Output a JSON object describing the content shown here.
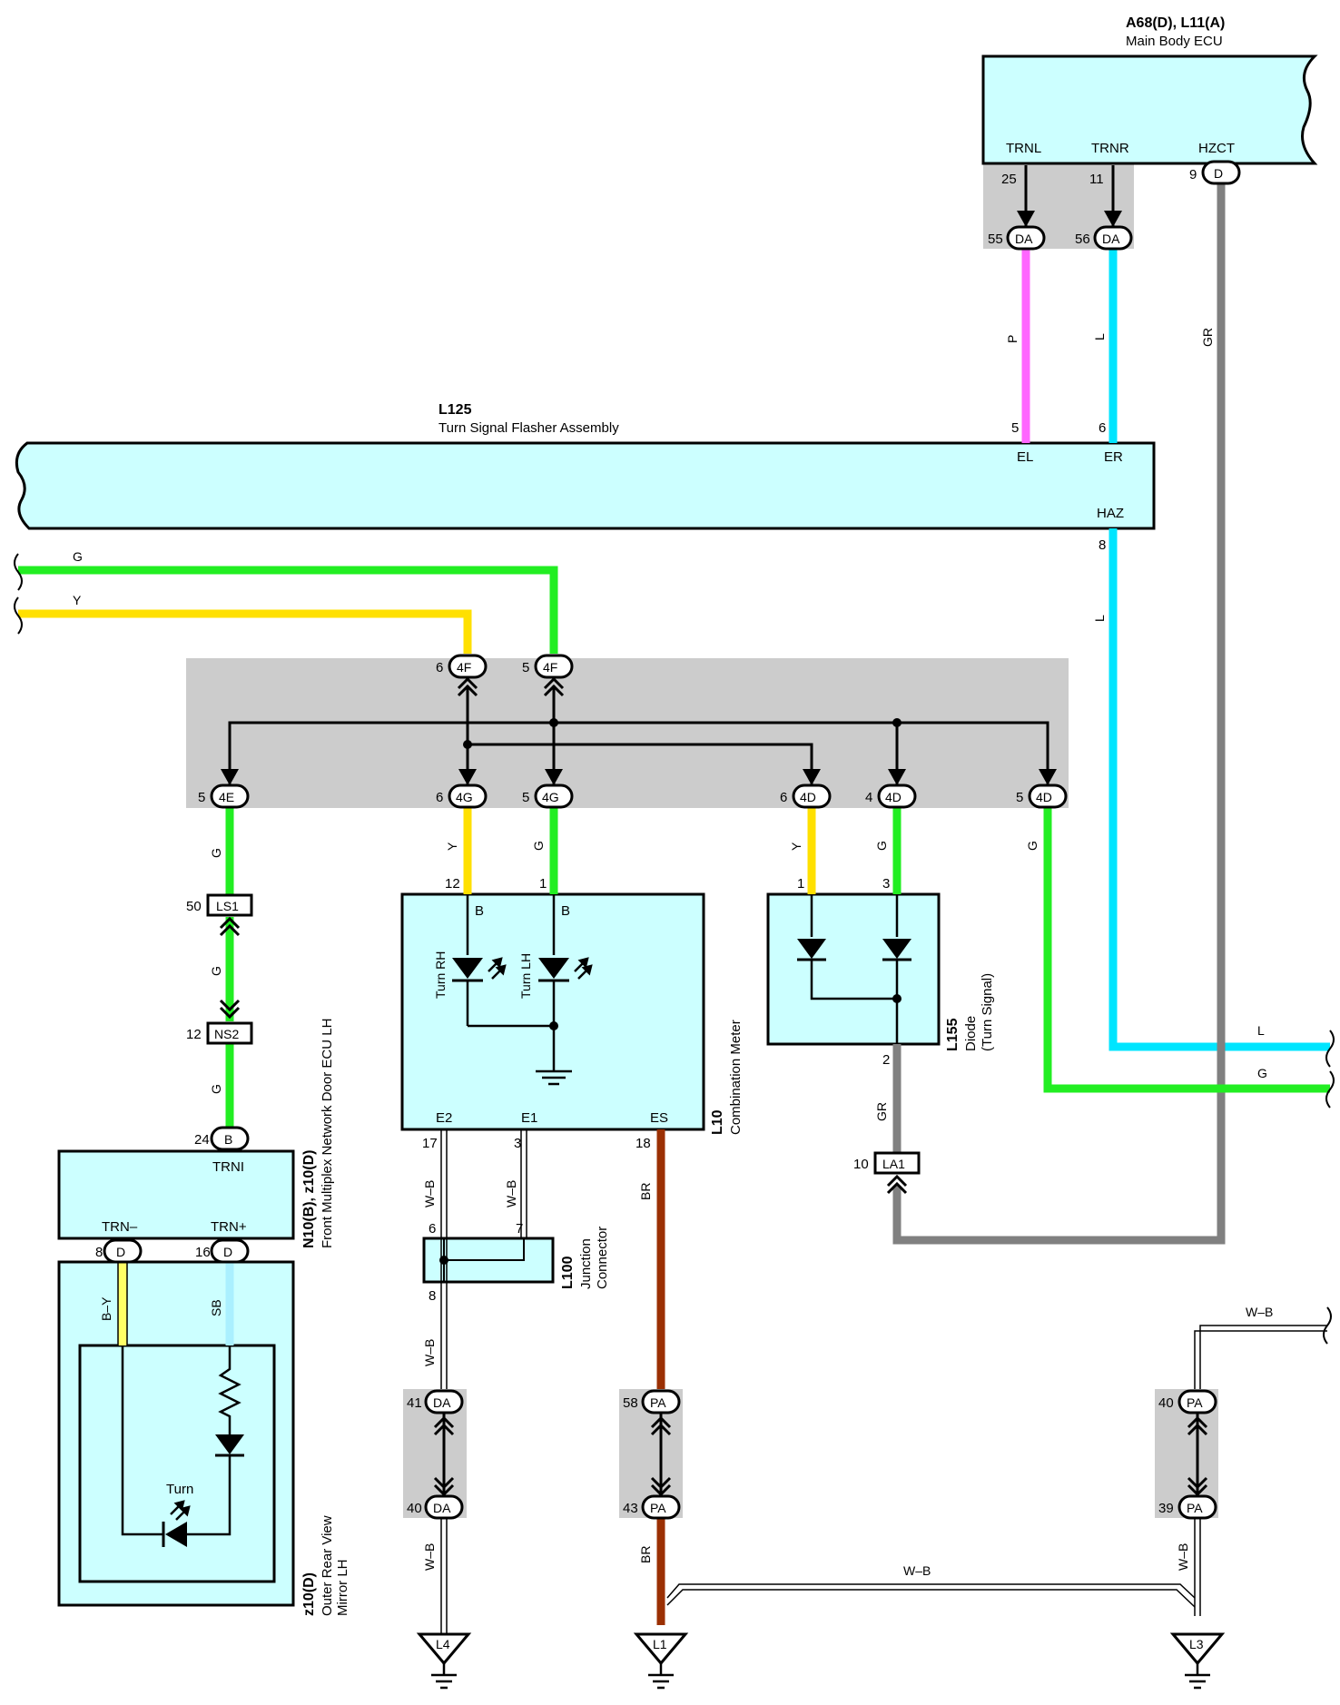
{
  "components": {
    "main_ecu": {
      "ref": "A68(D), L11(A)",
      "name": "Main Body ECU",
      "pins": [
        "TRNL",
        "TRNR",
        "HZCT"
      ]
    },
    "flasher": {
      "ref": "L125",
      "name": "Turn Signal Flasher Assembly",
      "pins": [
        "EL",
        "ER",
        "HAZ"
      ]
    },
    "meter": {
      "ref": "L10",
      "name": "Combination Meter",
      "b_label": "B",
      "turn_rh": "Turn RH",
      "turn_lh": "Turn LH",
      "e2": "E2",
      "e1": "E1",
      "es": "ES"
    },
    "diode": {
      "ref": "L155",
      "name": "Diode",
      "sub": "(Turn Signal)"
    },
    "door_ecu": {
      "ref": "N10(B), z10(D)",
      "name": "Front Multiplex Network Door ECU LH",
      "trni": "TRNI",
      "trn_minus": "TRN–",
      "trn_plus": "TRN+"
    },
    "mirror": {
      "ref": "z10(D)",
      "name1": "Outer Rear View",
      "name2": "Mirror LH",
      "turn": "Turn"
    },
    "junction": {
      "ref": "L100",
      "name1": "Junction",
      "name2": "Connector"
    }
  },
  "connectors": {
    "da": "DA",
    "fourF": "4F",
    "fourE": "4E",
    "fourG": "4G",
    "fourD": "4D",
    "ls1": "LS1",
    "ns2": "NS2",
    "la1": "LA1",
    "pa": "PA",
    "b": "B",
    "d": "D"
  },
  "wire_colors": {
    "P": "P",
    "L": "L",
    "GR": "GR",
    "G": "G",
    "Y": "Y",
    "BR": "BR",
    "WB": "W–B",
    "BY": "B–Y",
    "SB": "SB"
  },
  "pin_numbers": {
    "trnl": "25",
    "trnr": "11",
    "hzct": "9",
    "da55": "55",
    "da56": "56",
    "el": "5",
    "er": "6",
    "haz": "8",
    "f4_6": "6",
    "f4_5": "5",
    "e4_5": "5",
    "g4_6": "6",
    "g4_5": "5",
    "d4_6": "6",
    "d4_4": "4",
    "d4_5": "5",
    "m12": "12",
    "m1": "1",
    "d1": "1",
    "d3": "3",
    "d2": "2",
    "ls1": "50",
    "ns2": "12",
    "b24": "24",
    "d8": "8",
    "d16": "16",
    "e2": "17",
    "e1": "3",
    "es": "18",
    "jc6": "6",
    "jc7": "7",
    "jc8": "8",
    "la1": "10",
    "da41": "41",
    "da40": "40",
    "pa58": "58",
    "pa43": "43",
    "pa40": "40",
    "pa39": "39"
  },
  "grounds": {
    "l4": "L4",
    "l1": "L1",
    "l3": "L3"
  },
  "colors": {
    "component_fill": "#ccffff",
    "shade": "#cccccc",
    "P": "#ff66ff",
    "L": "#00e5ff",
    "GR": "#808080",
    "G": "#22ee22",
    "Y": "#ffe000",
    "BR": "#9b3003",
    "BY": "#ffff66",
    "SB": "#aaf0ff"
  }
}
